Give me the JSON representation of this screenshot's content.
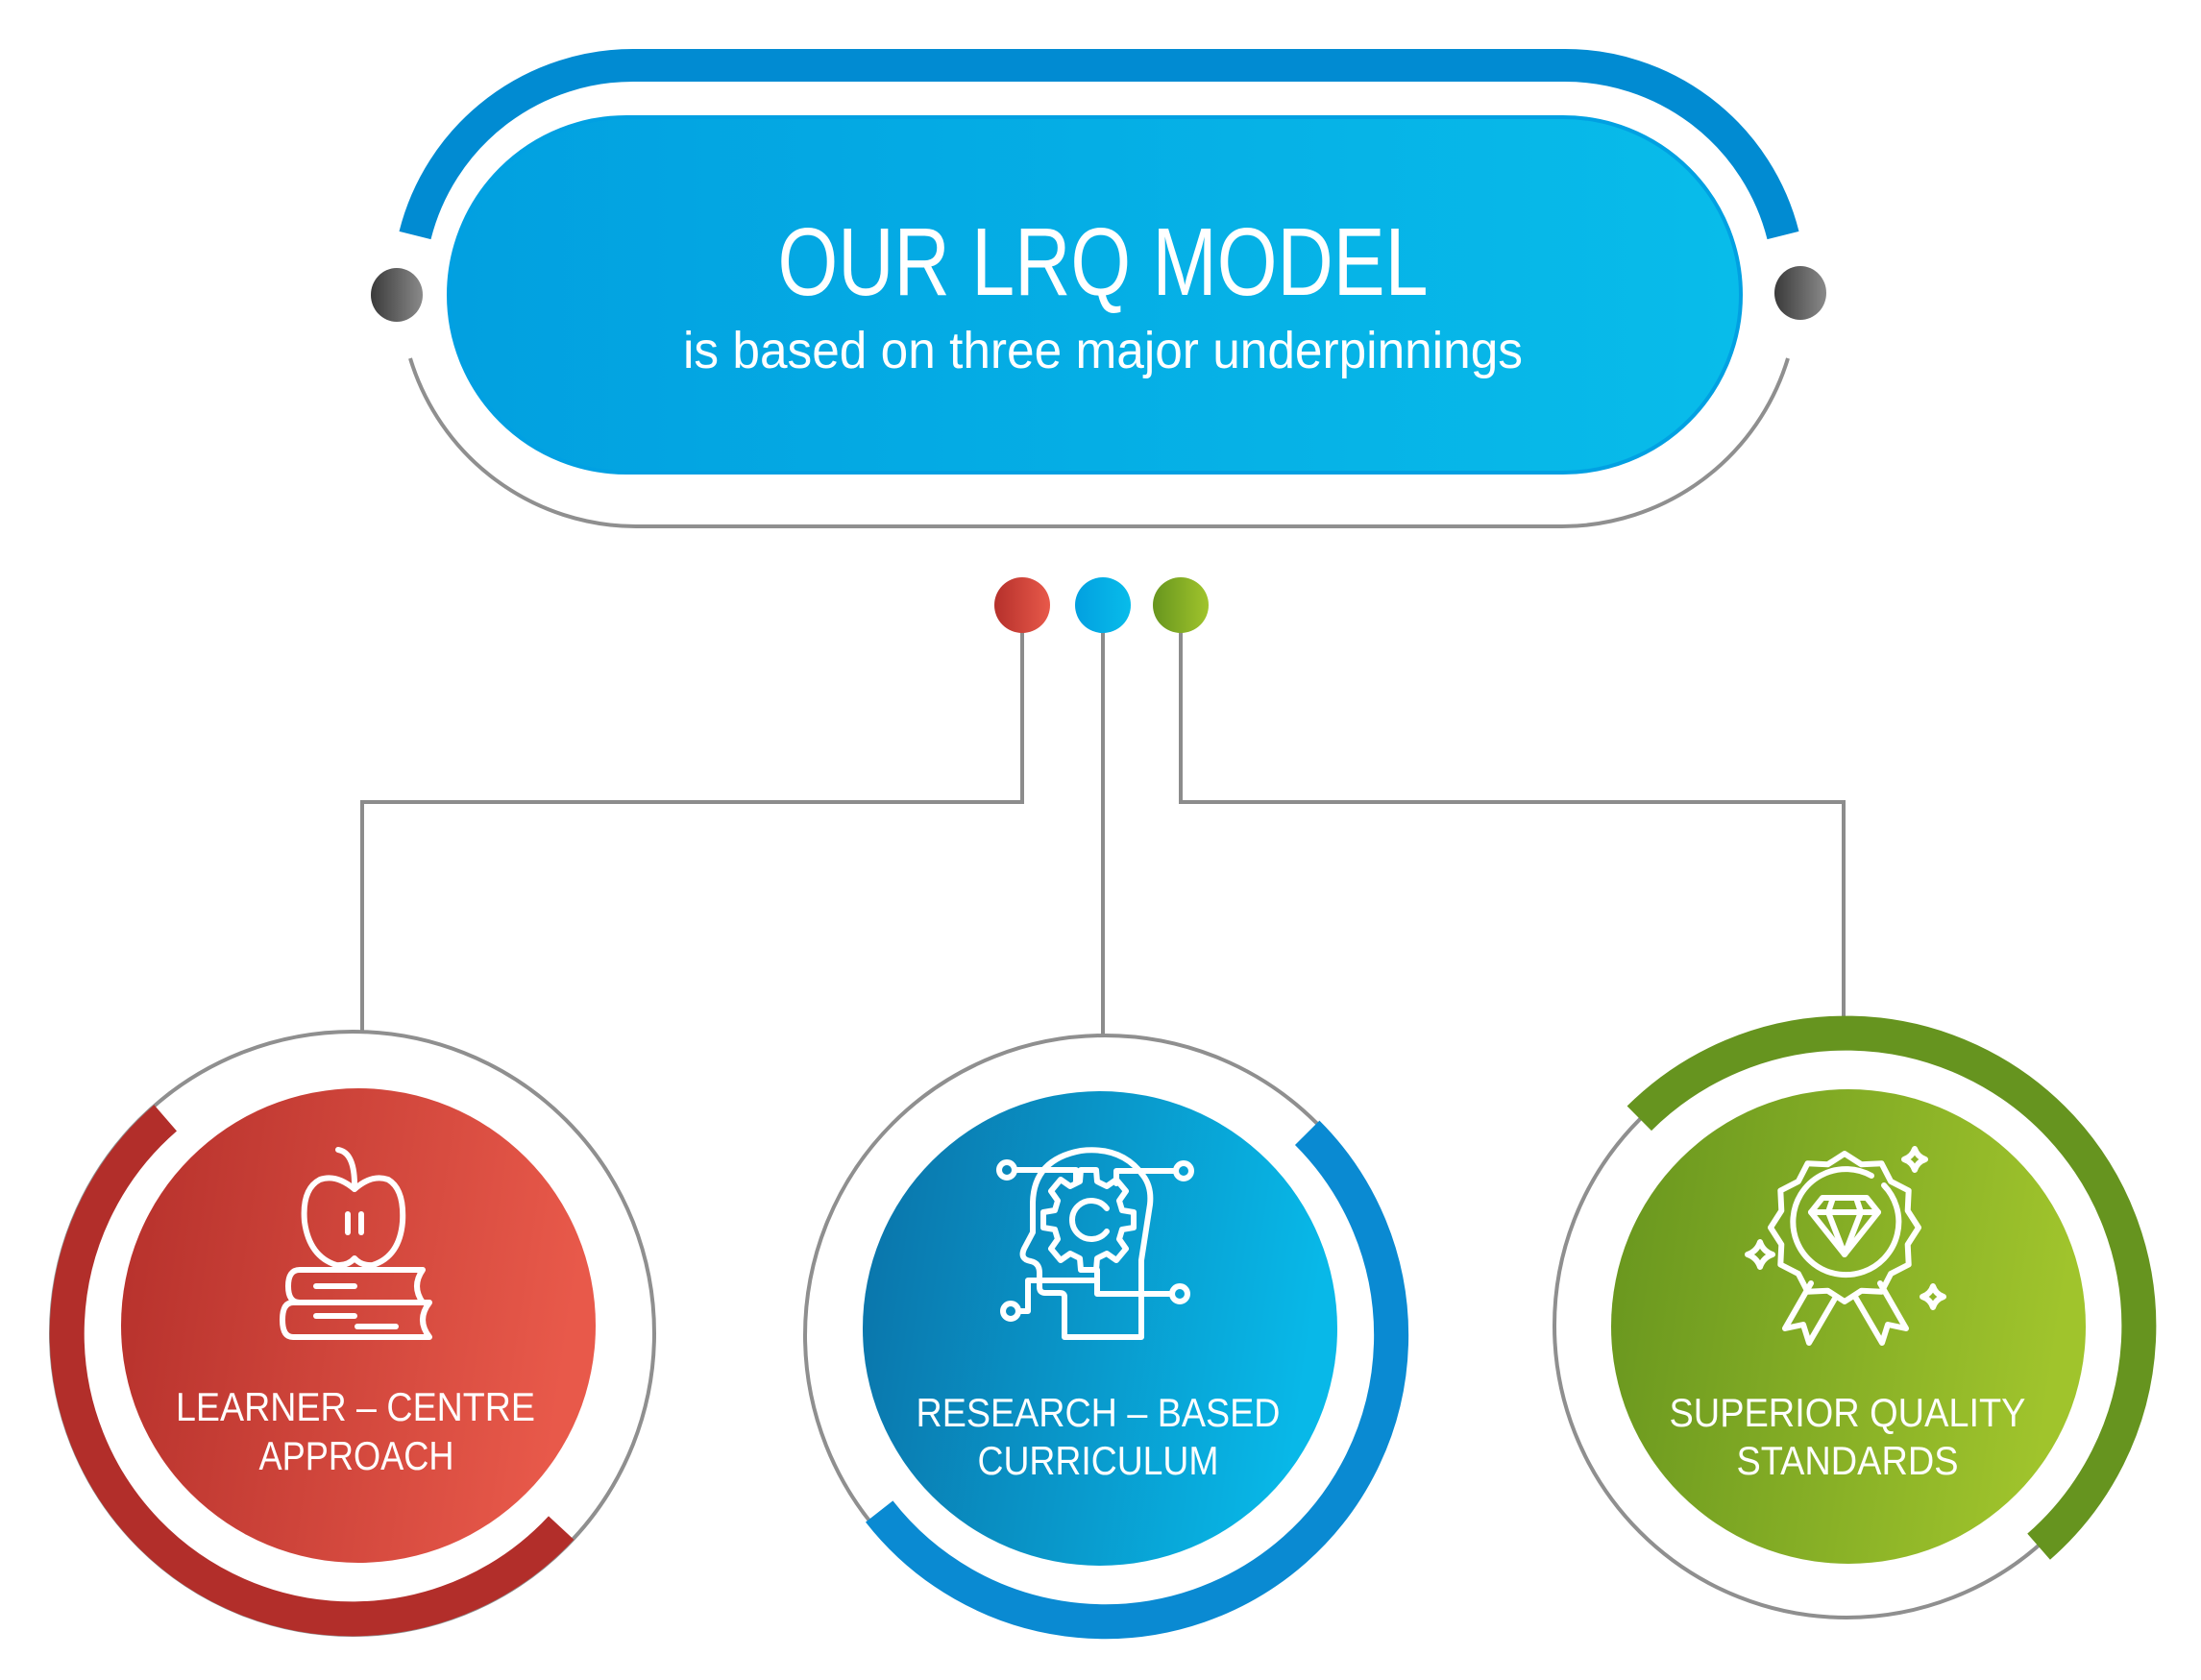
{
  "header": {
    "title": "OUR LRQ MODEL",
    "subtitle": "is based on three major underpinnings",
    "colors": {
      "pill_start": "#02a0e0",
      "pill_end": "#08bcea",
      "outer_arc": "#018bd2",
      "outline": "#8f8f8f",
      "knob_dark": "#3a3a3a",
      "knob_light": "#8a8a8a"
    }
  },
  "connector": {
    "line_color": "#8c8c8c",
    "dots": [
      {
        "name": "red",
        "start": "#b5302b",
        "end": "#e8594a"
      },
      {
        "name": "blue",
        "start": "#02a0e0",
        "end": "#08bcea"
      },
      {
        "name": "green",
        "start": "#67951e",
        "end": "#a0c42c"
      }
    ]
  },
  "pillars": [
    {
      "icon": "apple-books-icon",
      "lines": [
        "LEARNER – CENTRE",
        "APPROACH"
      ],
      "colors": {
        "start": "#b5302b",
        "end": "#e8594a",
        "arc": "#b22e2a"
      }
    },
    {
      "icon": "head-gear-circuit-icon",
      "lines": [
        "RESEARCH – BASED",
        "CURRICULUM"
      ],
      "colors": {
        "start": "#0a72a8",
        "end": "#08b8e8",
        "arc": "#0a8ad2"
      }
    },
    {
      "icon": "award-diamond-icon",
      "lines": [
        "SUPERIOR QUALITY",
        "STANDARDS"
      ],
      "colors": {
        "start": "#67951e",
        "end": "#a0c42c",
        "arc": "#66941f"
      }
    }
  ]
}
